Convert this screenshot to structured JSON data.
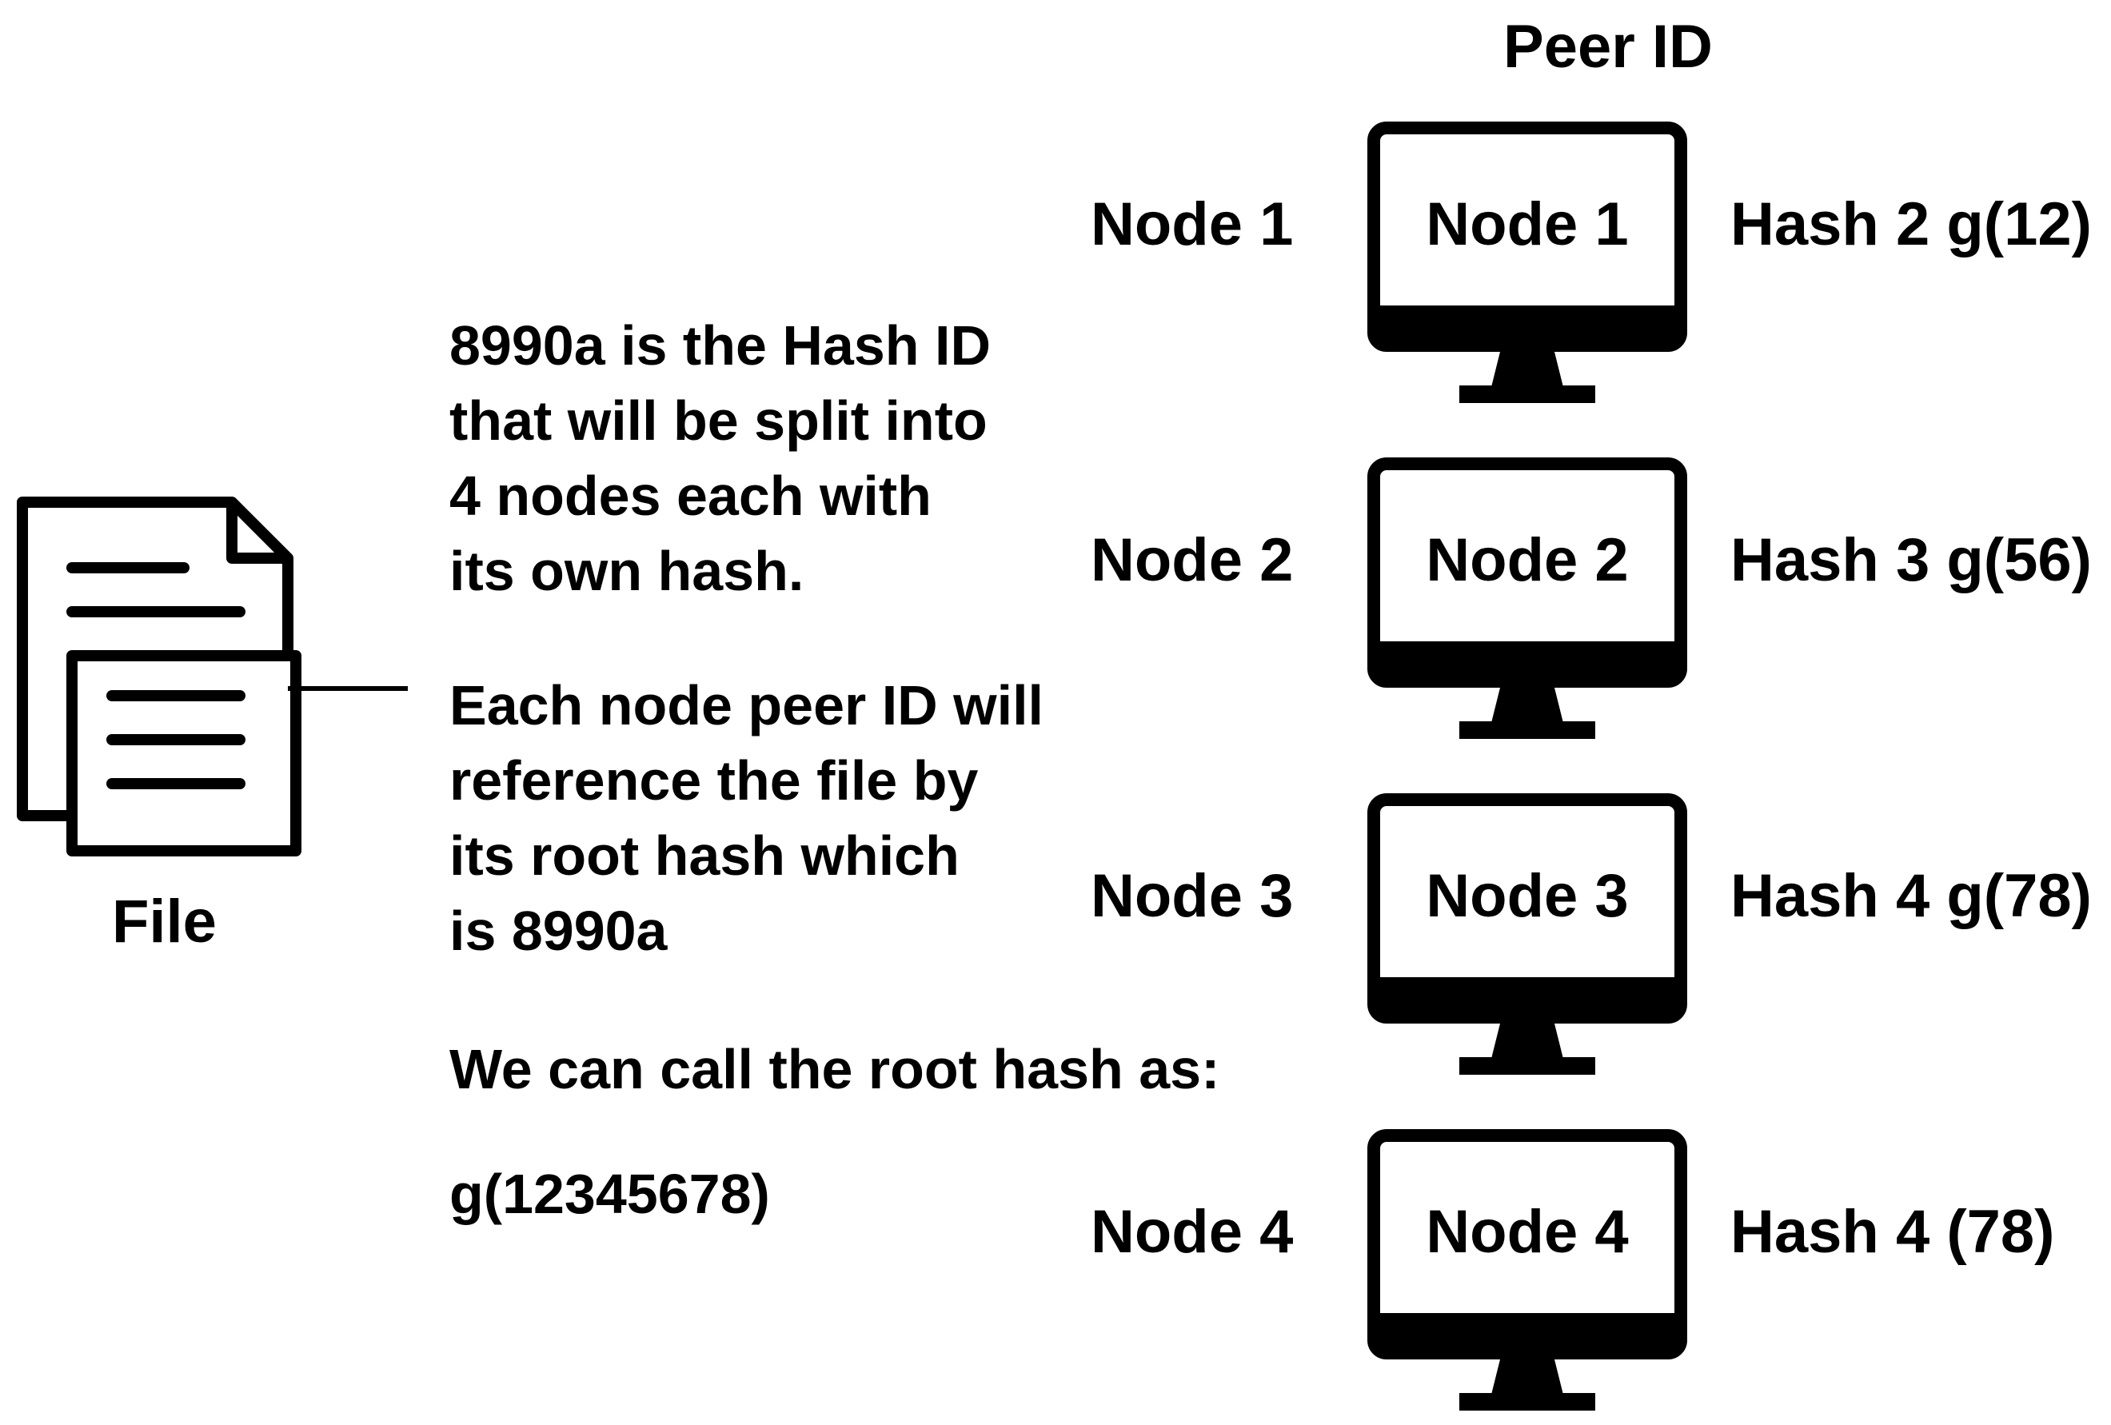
{
  "header": {
    "title": "Peer ID"
  },
  "file": {
    "label": "File",
    "icon": "document-icon"
  },
  "paragraphs": {
    "hash_intro": [
      "8990a is the Hash ID",
      "that will be split into",
      "4 nodes each with",
      "its own hash."
    ],
    "reference": [
      "Each node peer ID will",
      "reference the file by",
      "its root hash which",
      "is 8990a"
    ],
    "call_root": "We can call the root hash as:",
    "root_expression": "g(12345678)"
  },
  "nodes": [
    {
      "label": "Node 1",
      "monitor_text": "Node 1",
      "hash": "Hash 2 g(12)"
    },
    {
      "label": "Node 2",
      "monitor_text": "Node 2",
      "hash": "Hash 3 g(56)"
    },
    {
      "label": "Node 3",
      "monitor_text": "Node 3",
      "hash": "Hash 4 g(78)"
    },
    {
      "label": "Node 4",
      "monitor_text": "Node 4",
      "hash": "Hash 4 (78)"
    }
  ]
}
